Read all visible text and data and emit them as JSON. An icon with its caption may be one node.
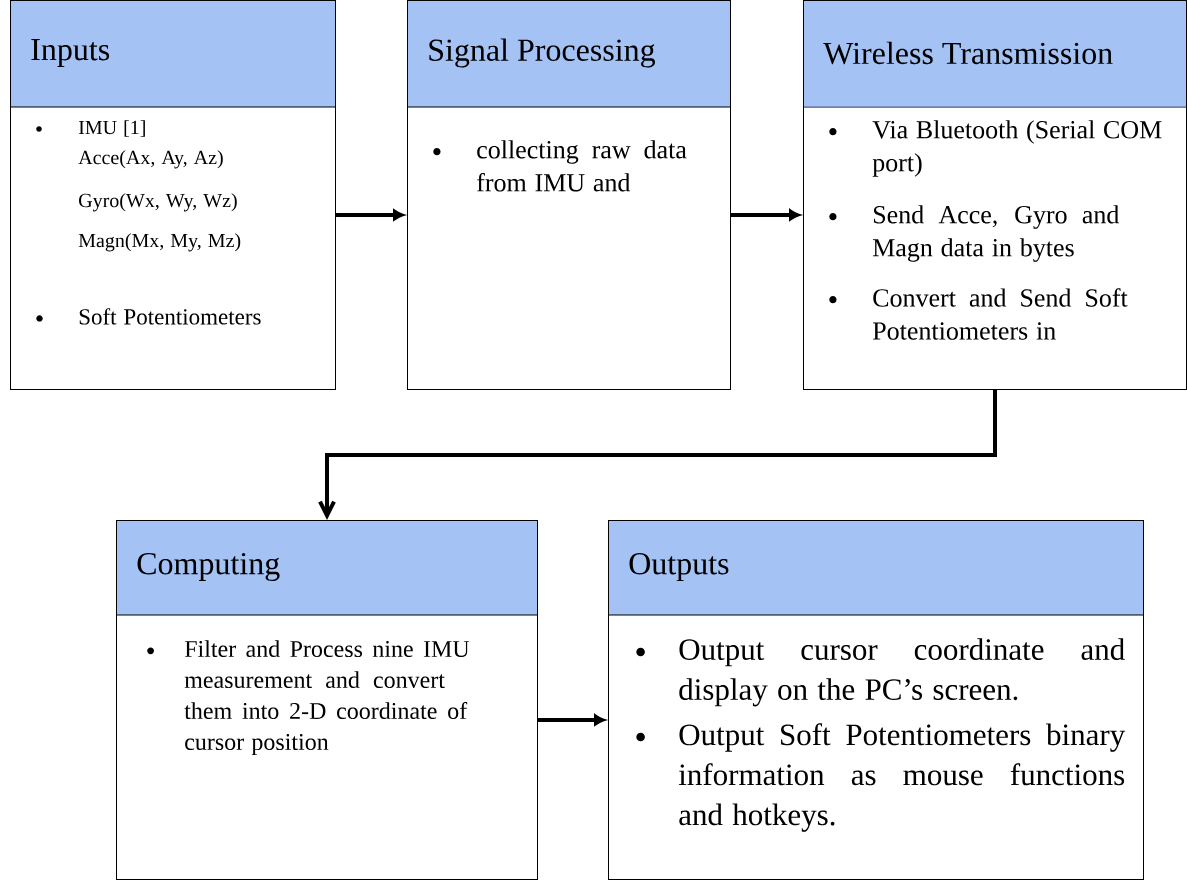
{
  "diagram": {
    "nodes": [
      {
        "text": [
          "Inputs",
          "IMU [1]",
          "Acce(Ax, Ay, Az)",
          "Gyro(Wx, Wy, Wz)",
          "Magn(Mx, My, Mz)",
          "Soft Potentiometers"
        ]
      },
      {
        "text": [
          "Signal Processing",
          "collecting raw data from IMU and"
        ]
      },
      {
        "text": [
          "Wireless Transmission",
          "Via Bluetooth (Serial COM port)",
          "Send Acce, Gyro and Magn data in bytes",
          "Convert and Send Soft Potentiometers in"
        ]
      },
      {
        "text": [
          "Computing",
          "Filter and Process nine IMU measurement and convert them into 2-D coordinate of cursor position"
        ]
      },
      {
        "text": [
          "Outputs",
          "Output cursor coordinate and display on the PC’s screen.",
          "Output Soft Potentiometers binary information as mouse functions and hotkeys."
        ]
      }
    ],
    "edges": [
      {
        "from": 0,
        "to": 1,
        "arrow": "to"
      },
      {
        "from": 1,
        "to": 2,
        "arrow": "to"
      },
      {
        "from": 2,
        "to": 3,
        "arrow": "to"
      },
      {
        "from": 3,
        "to": 4,
        "arrow": "to"
      }
    ]
  }
}
